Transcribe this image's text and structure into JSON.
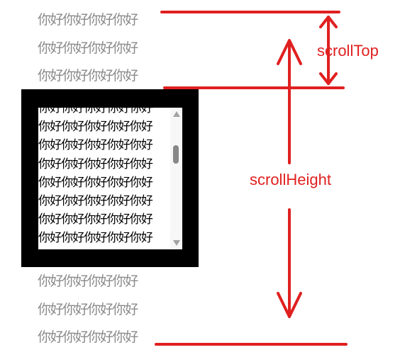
{
  "top_lines": [
    "你好你好你好你好",
    "你好你好你好你好",
    "你好你好你好你好"
  ],
  "bottom_lines": [
    "你好你好你好你好",
    "你好你好你好你好",
    "你好你好你好你好"
  ],
  "scroll_content": "你好你好你好你好你好你好你好你好你好你好你好你好你好你好你好你好你好你好你好你好你好你好你好你好你好你好你好你好你好你好你好你好你好你好你好你好你好你好你好你好",
  "labels": {
    "scroll_top": "scrollTop",
    "scroll_height": "scrollHeight"
  },
  "colors": {
    "annotation": "#e02020",
    "frame": "#000000",
    "grey_text": "#8a8a8a"
  },
  "scroll": {
    "thumb_position_fraction": 0.25
  }
}
